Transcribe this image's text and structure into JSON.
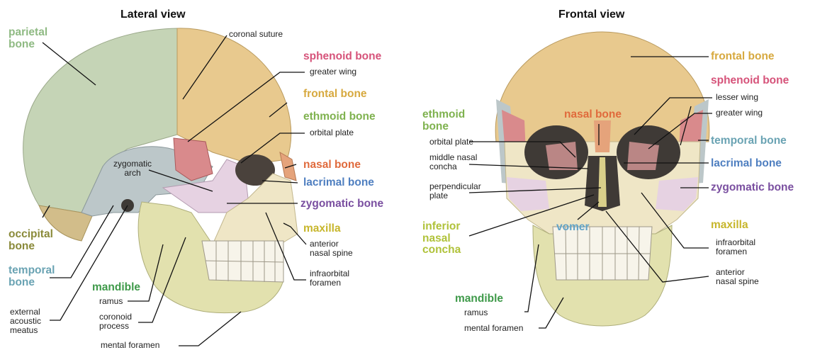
{
  "lateral": {
    "title": "Lateral view",
    "labels": {
      "parietal": "parietal\nbone",
      "coronal": "coronal suture",
      "sphenoid": "sphenoid bone",
      "greater_wing": "greater wing",
      "frontal": "frontal bone",
      "ethmoid": "ethmoid bone",
      "orbital_plate": "orbital plate",
      "zygomatic_arch": "zygomatic\narch",
      "nasal": "nasal bone",
      "lacrimal": "lacrimal bone",
      "zygomatic": "zygomatic bone",
      "maxilla": "maxilla",
      "anterior_nasal_spine": "anterior\nnasal spine",
      "infraorbital_foramen": "infraorbital\nforamen",
      "occipital": "occipital\nbone",
      "temporal": "temporal\nbone",
      "mandible": "mandible",
      "ramus": "ramus",
      "coronoid": "coronoid\nprocess",
      "mental_foramen": "mental foramen",
      "external_acoustic": "external\nacoustic\nmeatus"
    }
  },
  "frontal": {
    "title": "Frontal view",
    "labels": {
      "frontal": "frontal bone",
      "sphenoid": "sphenoid bone",
      "lesser_wing": "lesser wing",
      "greater_wing": "greater wing",
      "nasal": "nasal bone",
      "ethmoid": "ethmoid\nbone",
      "orbital_plate": "orbital plate",
      "middle_nasal": "middle nasal\nconcha",
      "perpendicular": "perpendicular\nplate",
      "temporal": "temporal bone",
      "lacrimal": "lacrimal bone",
      "zygomatic": "zygomatic bone",
      "inferior_nasal": "inferior\nnasal\nconcha",
      "vomer": "vomer",
      "maxilla": "maxilla",
      "infraorbital_foramen": "infraorbital\nforamen",
      "anterior_nasal_spine": "anterior\nnasal spine",
      "mandible": "mandible",
      "ramus": "ramus",
      "mental_foramen": "mental foramen"
    }
  },
  "colors": {
    "parietal": "#c3d2b4",
    "frontal": "#e8c98e",
    "sphenoid": "#d98a8c",
    "temporal": "#bcc7c9",
    "zygomatic": "#e6cfe0",
    "maxilla": "#efe7c5",
    "mandible": "#e2e1ae",
    "teeth": "#f7f4ea",
    "orbit": "#3f3a36"
  }
}
